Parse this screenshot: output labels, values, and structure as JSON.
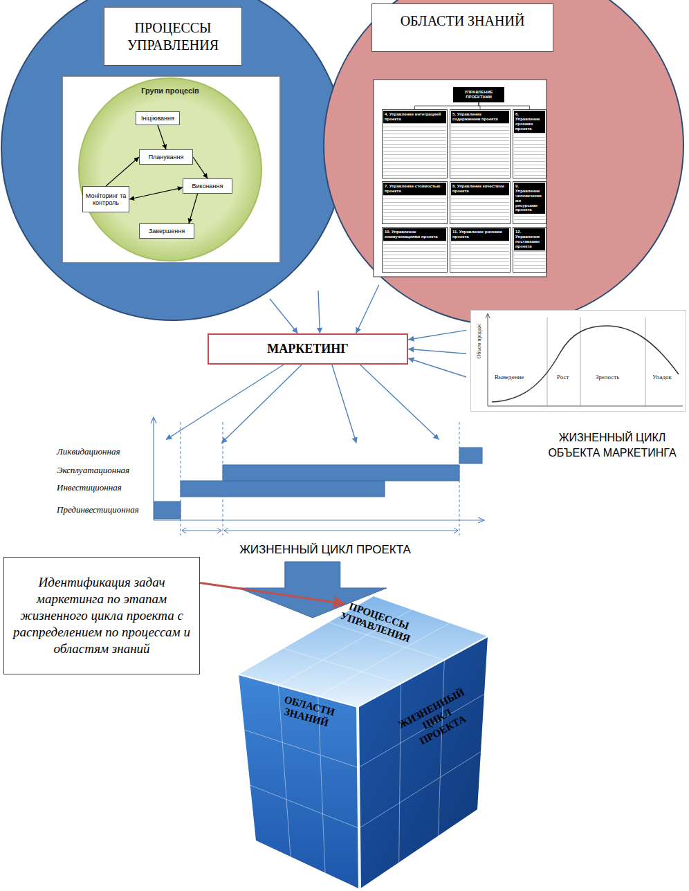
{
  "diagram": {
    "nodes": [
      {
        "text": [
          "ПРОЦЕССЫ УПРАВЛЕНИЯ"
        ]
      },
      {
        "text": [
          "Групи процесів"
        ],
        "in": 0
      },
      {
        "text": [
          "Ініціювання"
        ],
        "in": 1
      },
      {
        "text": [
          "Планування"
        ],
        "in": 1
      },
      {
        "text": [
          "Виконання"
        ],
        "in": 1
      },
      {
        "text": [
          "Моніторинг та контроль"
        ],
        "in": 1
      },
      {
        "text": [
          "Завершення"
        ],
        "in": 1
      },
      {
        "text": [
          "ОБЛАСТИ ЗНАНИЙ"
        ]
      },
      {
        "text": [
          "УПРАВЛЕНИЕ ПРОЕКТАМИ"
        ],
        "in": 7
      },
      {
        "text": [
          "4. Управление интеграцией проекта"
        ],
        "in": 7
      },
      {
        "text": [
          "5. Управление содержанием проекта"
        ],
        "in": 7
      },
      {
        "text": [
          "6. Управление сроками проекта"
        ],
        "in": 7
      },
      {
        "text": [
          "7. Управление стоимостью проекта"
        ],
        "in": 7
      },
      {
        "text": [
          "8. Управление качеством проекта"
        ],
        "in": 7
      },
      {
        "text": [
          "9. Управление человеческими ресурсами проекта"
        ],
        "in": 7
      },
      {
        "text": [
          "10. Управление коммуникациями проекта"
        ],
        "in": 7
      },
      {
        "text": [
          "11. Управление рисками проекта"
        ],
        "in": 7
      },
      {
        "text": [
          "12. Управление поставками проекта"
        ],
        "in": 7
      },
      {
        "text": [
          "МАРКЕТИНГ"
        ]
      },
      {
        "text": [
          "Объем продаж",
          "Выведение",
          "Рост",
          "Зрелость",
          "Упадок"
        ]
      },
      {
        "text": [
          "Ликвидационная",
          "Эксплуатационная",
          "Инвестиционная",
          "Прединвестиционная"
        ]
      },
      {
        "text": [
          "Идентификация задач маркетинга по этапам жизненного цикла проекта с распределением по процессам и областям знаний"
        ]
      },
      {
        "text": [
          "ПРОЦЕССЫ УПРАВЛЕНИЯ",
          "ОБЛАСТИ ЗНАНИЙ",
          "ЖИЗНЕННЫЙ ЦИКЛ ПРОЕКТА"
        ]
      }
    ],
    "edges": [
      {
        "from": 2,
        "to": 3,
        "arrow": "to"
      },
      {
        "from": 3,
        "to": 4,
        "arrow": "to"
      },
      {
        "from": 5,
        "to": 4,
        "arrow": "both"
      },
      {
        "from": 5,
        "to": 3,
        "arrow": "to"
      },
      {
        "from": 4,
        "to": 6,
        "arrow": "to"
      },
      {
        "from": 8,
        "to": 9,
        "arrow": "none"
      },
      {
        "from": 8,
        "to": 10,
        "arrow": "none"
      },
      {
        "from": 8,
        "to": 11,
        "arrow": "none"
      },
      {
        "from": 0,
        "to": 18,
        "arrow": "to"
      },
      {
        "from": 0,
        "to": 18,
        "arrow": "to"
      },
      {
        "from": 7,
        "to": 18,
        "arrow": "to"
      },
      {
        "from": 19,
        "to": 18,
        "arrow": "to"
      },
      {
        "from": 19,
        "to": 18,
        "arrow": "to"
      },
      {
        "from": 19,
        "to": 18,
        "arrow": "to"
      },
      {
        "from": 18,
        "to": 20,
        "arrow": "to"
      },
      {
        "from": 18,
        "to": 20,
        "arrow": "to"
      },
      {
        "from": 18,
        "to": 20,
        "arrow": "to"
      },
      {
        "from": 18,
        "to": 20,
        "arrow": "to"
      },
      {
        "from": 20,
        "to": 22,
        "arrow": "to"
      },
      {
        "from": 21,
        "to": 22,
        "arrow": "to"
      }
    ],
    "labels": [
      "ЖИЗНЕННЫЙ ЦИКЛ ОБЪЕКТА МАРКЕТИНГА",
      "ЖИЗНЕННЫЙ ЦИКЛ ПРОЕКТА"
    ]
  }
}
